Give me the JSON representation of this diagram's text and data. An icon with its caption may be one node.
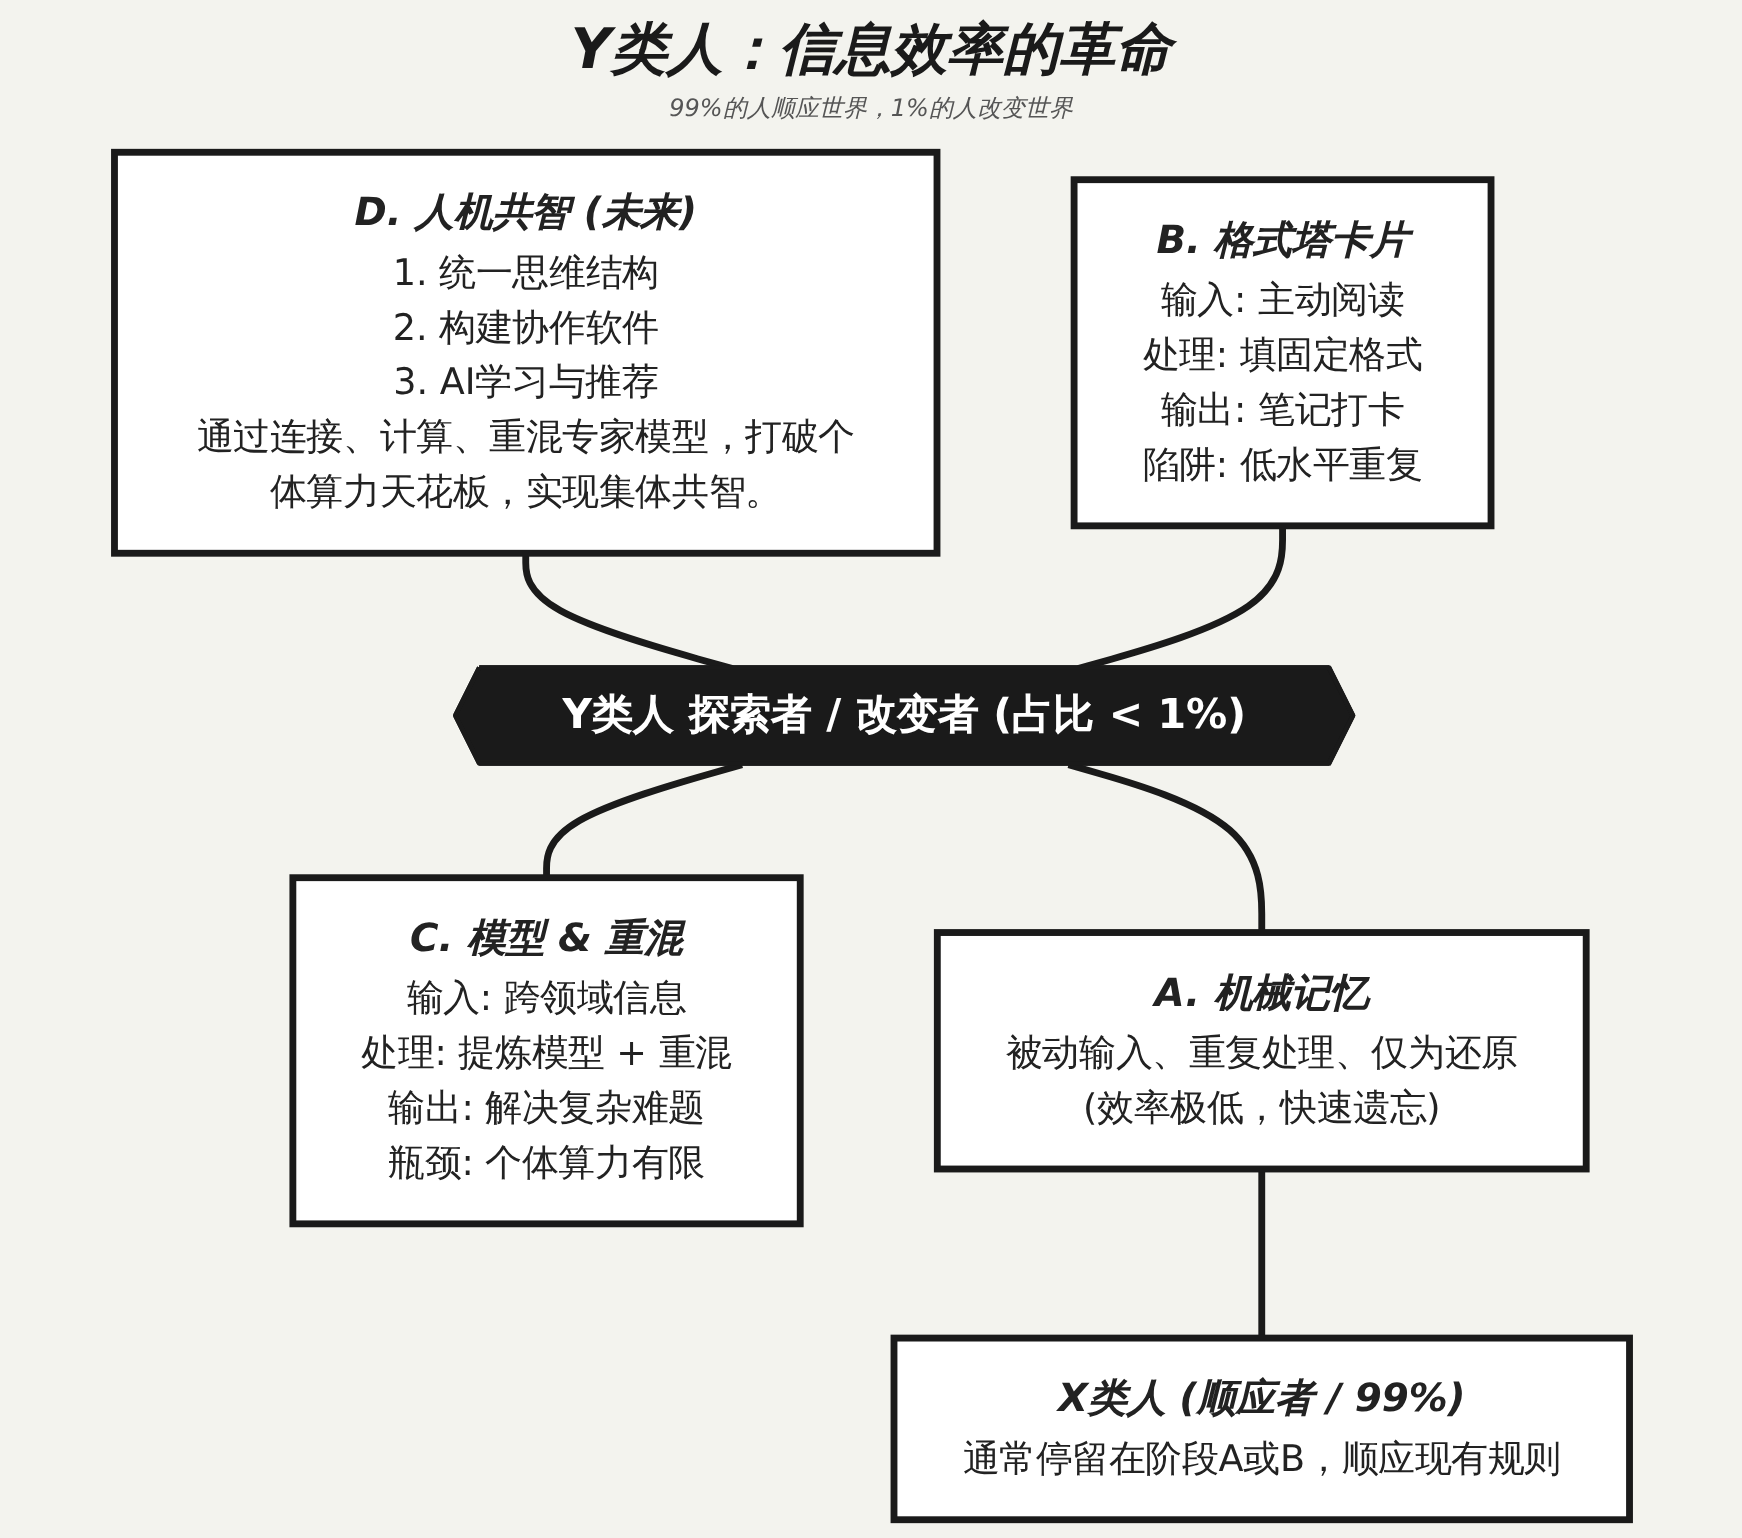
{
  "diagram": {
    "title": "Y类人：信息效率的革命",
    "caption": "99%的人顺应世界，1%的人改变世界",
    "nodes": [
      {
        "text": [
          "D. 人机共智 (未来)",
          "1. 统一思维结构",
          "2. 构建协作软件",
          "3. AI学习与推荐",
          "通过连接、计算、重混专家模型，打破个体算力天花板，实现集体共智。"
        ]
      },
      {
        "text": [
          "B. 格式塔卡片",
          "输入: 主动阅读",
          "处理: 填固定格式",
          "输出: 笔记打卡",
          "陷阱: 低水平重复"
        ]
      },
      {
        "text": [
          "Y类人 探索者 / 改变者 (占比 < 1%)"
        ]
      },
      {
        "text": [
          "C. 模型 & 重混",
          "输入: 跨领域信息",
          "处理: 提炼模型 + 重混",
          "输出: 解决复杂难题",
          "瓶颈: 个体算力有限"
        ]
      },
      {
        "text": [
          "A. 机械记忆",
          "被动输入、重复处理、仅为还原",
          "(效率极低，快速遗忘)"
        ]
      },
      {
        "text": [
          "X类人 (顺应者 / 99%)",
          "通常停留在阶段A或B，顺应现有规则"
        ]
      }
    ],
    "edges": [
      {
        "from": 0,
        "to": 2,
        "arrow": "none"
      },
      {
        "from": 1,
        "to": 2,
        "arrow": "none"
      },
      {
        "from": 2,
        "to": 3,
        "arrow": "none"
      },
      {
        "from": 2,
        "to": 4,
        "arrow": "none"
      },
      {
        "from": 4,
        "to": 5,
        "arrow": "none"
      }
    ]
  }
}
